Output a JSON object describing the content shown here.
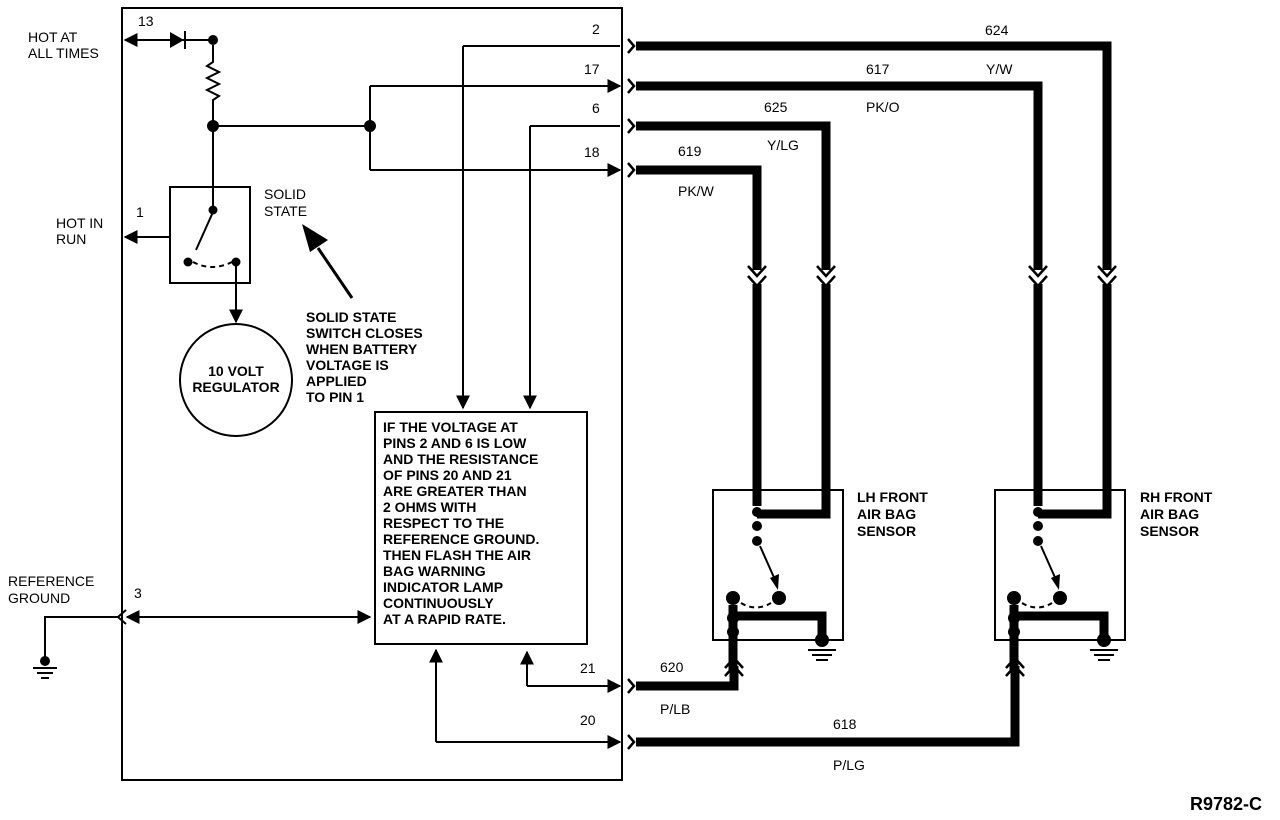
{
  "labels": {
    "hot_at_all_times_1": "HOT AT",
    "hot_at_all_times_2": "ALL TIMES",
    "hot_in_run_1": "HOT IN",
    "hot_in_run_2": "RUN",
    "reference_ground_1": "REFERENCE",
    "reference_ground_2": "GROUND",
    "solid_state_1": "SOLID",
    "solid_state_2": "STATE",
    "regulator_1": "10 VOLT",
    "regulator_2": "REGULATOR",
    "lh_sensor_1": "LH FRONT",
    "lh_sensor_2": "AIR BAG",
    "lh_sensor_3": "SENSOR",
    "rh_sensor_1": "RH FRONT",
    "rh_sensor_2": "AIR BAG",
    "rh_sensor_3": "SENSOR",
    "figure_id": "R9782-C"
  },
  "switch_note": [
    "SOLID STATE",
    "SWITCH CLOSES",
    "WHEN BATTERY",
    "VOLTAGE IS",
    "APPLIED",
    "TO PIN 1"
  ],
  "logic_note": [
    "IF THE VOLTAGE AT",
    "PINS 2 AND 6 IS LOW",
    "AND THE RESISTANCE",
    "OF PINS 20 AND 21",
    "ARE GREATER THAN",
    "2 OHMS WITH",
    "RESPECT TO THE",
    "REFERENCE GROUND.",
    "THEN FLASH THE AIR",
    "BAG WARNING",
    "INDICATOR LAMP",
    "CONTINUOUSLY",
    "AT A RAPID RATE."
  ],
  "pins": {
    "p13": "13",
    "p1": "1",
    "p3": "3",
    "p2": "2",
    "p17": "17",
    "p6": "6",
    "p18": "18",
    "p21": "21",
    "p20": "20"
  },
  "circuits": {
    "c624": "624",
    "c617": "617",
    "c625": "625",
    "c619": "619",
    "c620": "620",
    "c618": "618"
  },
  "wire_colors": {
    "yw": "Y/W",
    "pko": "PK/O",
    "ylg": "Y/LG",
    "pkw": "PK/W",
    "plb": "P/LB",
    "plg": "P/LG"
  }
}
